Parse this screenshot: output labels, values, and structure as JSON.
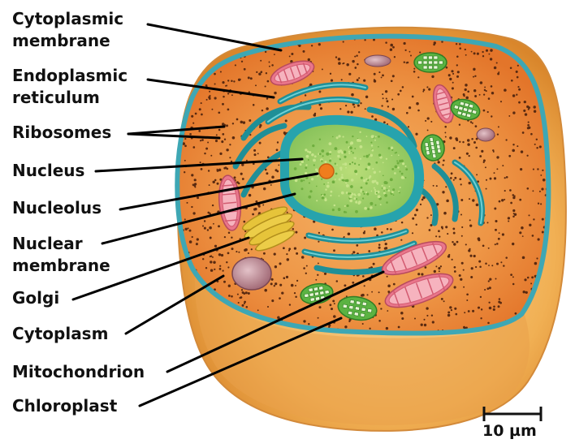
{
  "labels": [
    {
      "id": "cytoplasmic-membrane",
      "text": "Cytoplasmic\nmembrane"
    },
    {
      "id": "endoplasmic-reticulum",
      "text": "Endoplasmic\nreticulum"
    },
    {
      "id": "ribosomes",
      "text": "Ribosomes"
    },
    {
      "id": "nucleus",
      "text": "Nucleus"
    },
    {
      "id": "nucleolus",
      "text": "Nucleolus"
    },
    {
      "id": "nuclear-membrane",
      "text": "Nuclear\nmembrane"
    },
    {
      "id": "golgi",
      "text": "Golgi"
    },
    {
      "id": "cytoplasm",
      "text": "Cytoplasm"
    },
    {
      "id": "mitochondrion",
      "text": "Mitochondrion"
    },
    {
      "id": "chloroplast",
      "text": "Chloroplast"
    }
  ],
  "scale_bar": {
    "text": "10 µm"
  },
  "colors": {
    "cell_wall": "#f1b054",
    "cell_wall_shadow": "#d9862b",
    "membrane": "#3ea7b4",
    "cytoplasm": "#e77b2c",
    "cytoplasm_light": "#f0a050",
    "ribosome": "#5a2a10",
    "nucleus": "#9ccf5a",
    "nuclear_membrane": "#27a3ad",
    "nucleolus": "#f07d1d",
    "er": "#1f8f97",
    "mitochondrion": "#e9768b",
    "chloroplast": "#5bb342",
    "golgi": "#e6c43a",
    "vacuole": "#b57a86",
    "leader_line": "#000000"
  }
}
